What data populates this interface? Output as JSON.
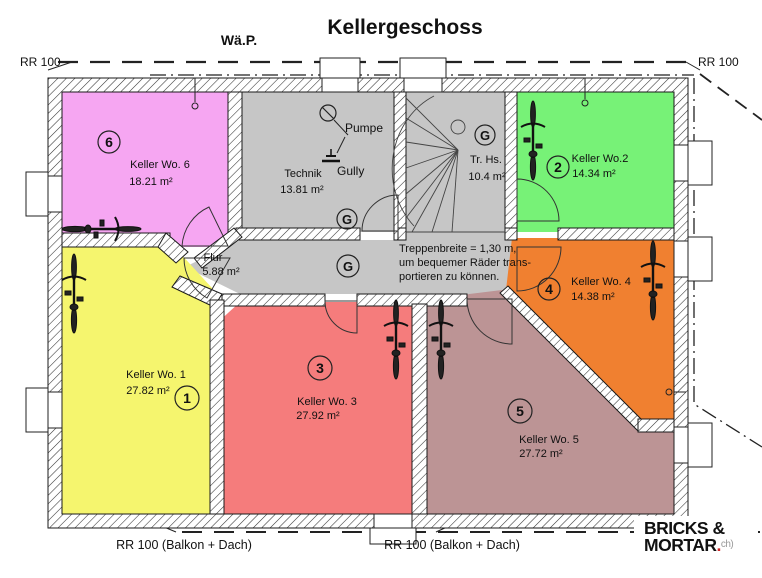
{
  "title": "Kellergeschoss",
  "labels": {
    "waep": "Wä.P.",
    "rr_top_left": "RR 100",
    "rr_top_right": "RR 100",
    "rr_bottom_left": "RR 100 (Balkon + Dach)",
    "rr_bottom_right": "RR 100 (Balkon + Dach)",
    "pumpe": "Pumpe",
    "gully": "Gully"
  },
  "note": {
    "line1": "Treppenbreite = 1,30 m,",
    "line2": "um bequemer Räder trans-",
    "line3": "portieren zu können."
  },
  "rooms": {
    "wo6": {
      "number": "6",
      "name": "Keller Wo. 6",
      "area": "18.21 m²",
      "color": "#f6a6f2"
    },
    "technik": {
      "name": "Technik",
      "area": "13.81 m²",
      "color": "#c6c6c6",
      "door_mark": "G"
    },
    "trhs": {
      "name": "Tr. Hs.",
      "area": "10.4 m²",
      "color": "#c6c6c6",
      "door_mark": "G"
    },
    "wo2": {
      "number": "2",
      "name": "Keller Wo.2",
      "area": "14.34 m²",
      "color": "#77f277"
    },
    "flur": {
      "name": "Flur",
      "area": "5.88 m²",
      "color": "#c6c6c6",
      "door_mark": "G"
    },
    "wo4": {
      "number": "4",
      "name": "Keller Wo. 4",
      "area": "14.38 m²",
      "color": "#f08030"
    },
    "wo1": {
      "number": "1",
      "name": "Keller Wo. 1",
      "area": "27.82 m²",
      "color": "#f5f56e"
    },
    "wo3": {
      "number": "3",
      "name": "Keller Wo. 3",
      "area": "27.92 m²",
      "color": "#f57c7c"
    },
    "wo5": {
      "number": "5",
      "name": "Keller Wo. 5",
      "area": "27.72 m²",
      "color": "#bc9495"
    }
  },
  "logo": {
    "line1": "BRICKS &",
    "line2": "MORTAR",
    "dot": ".",
    "suffix": "ch)",
    "dot_color": "#d22525"
  },
  "colors": {
    "background": "#ffffff",
    "outline": "#1a1a1a",
    "hatch": "#333333"
  }
}
